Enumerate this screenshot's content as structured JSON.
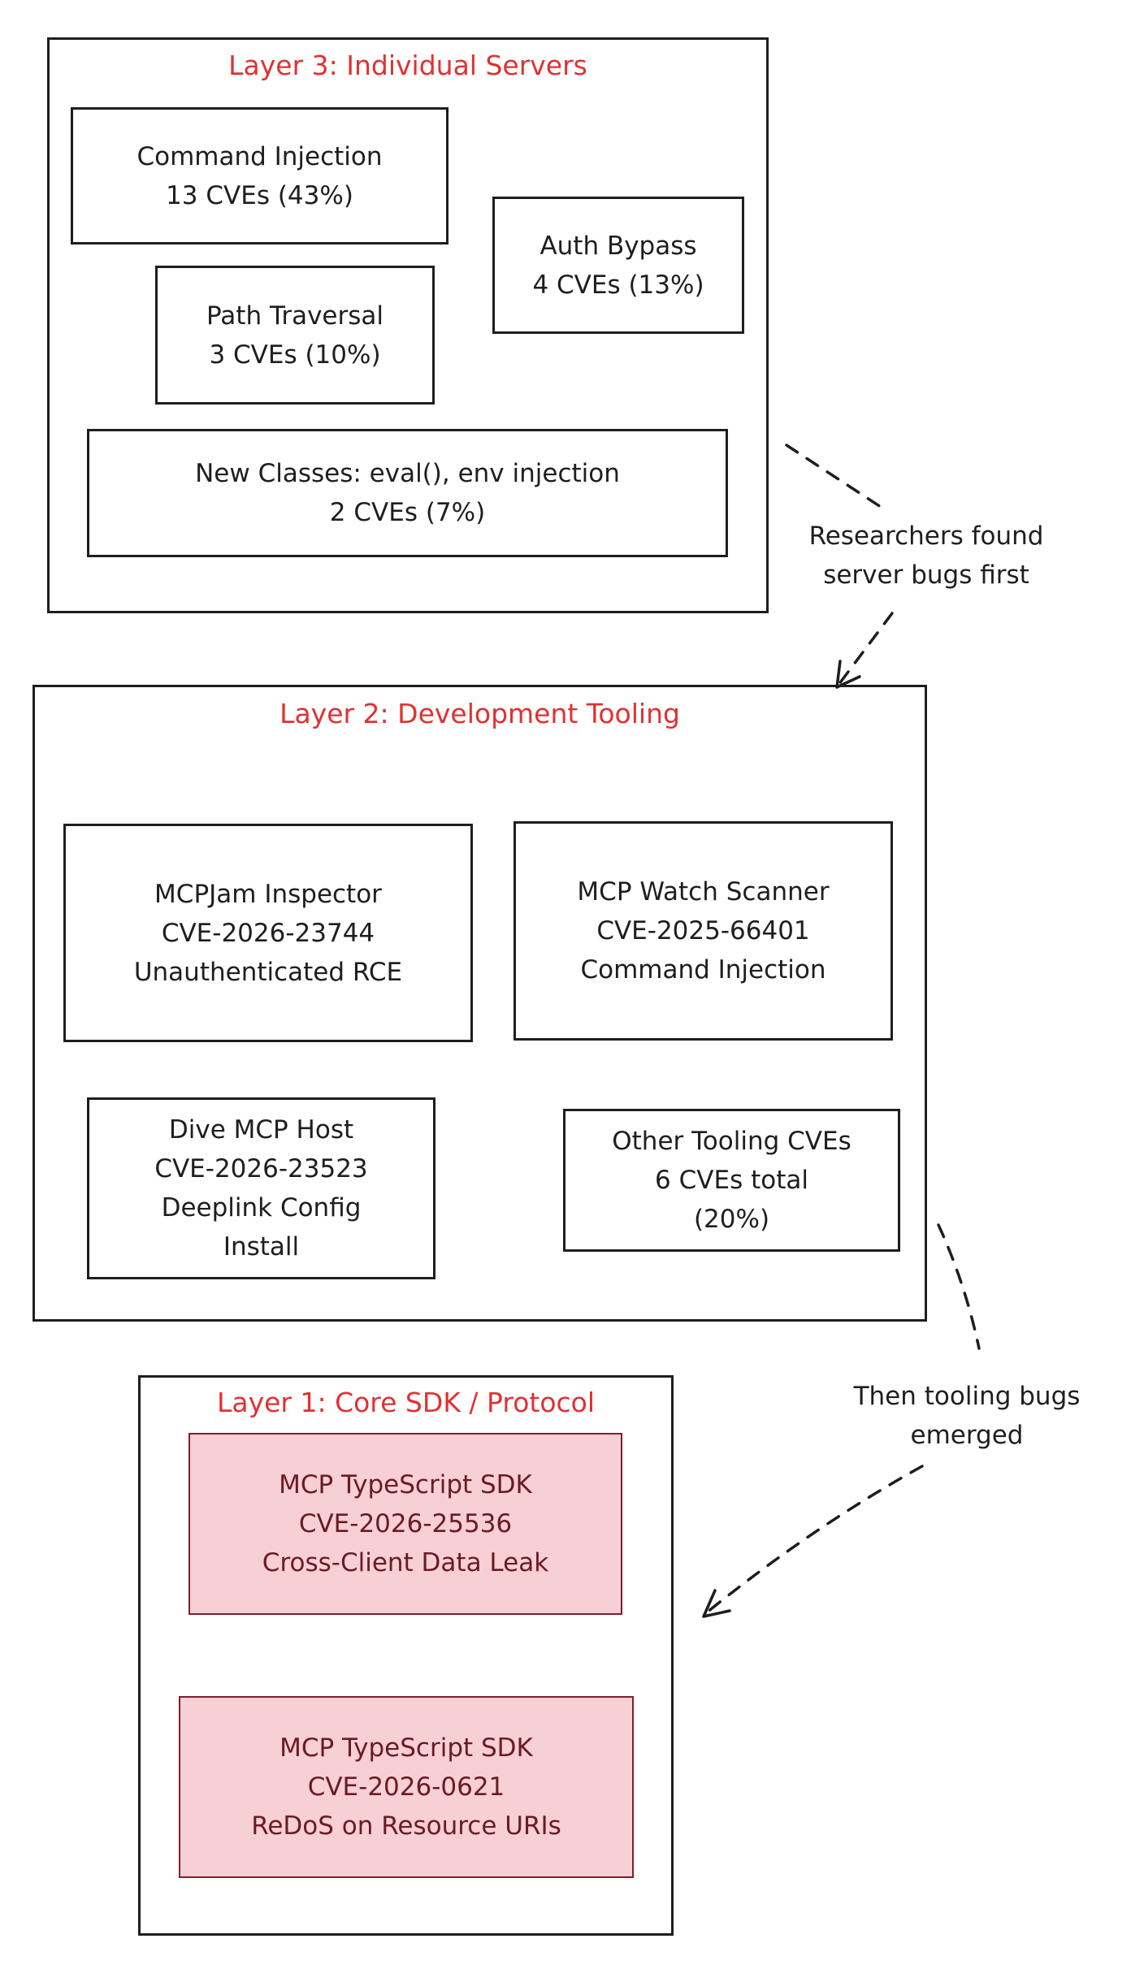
{
  "diagram": {
    "layers": [
      {
        "id": "layer3",
        "title": "Layer 3: Individual Servers",
        "nodes": [
          {
            "lines": [
              "Command Injection",
              "13 CVEs (43%)"
            ]
          },
          {
            "lines": [
              "Auth Bypass",
              "4 CVEs (13%)"
            ]
          },
          {
            "lines": [
              "Path Traversal",
              "3 CVEs (10%)"
            ]
          },
          {
            "lines": [
              "New Classes: eval(), env injection",
              "2 CVEs (7%)"
            ]
          }
        ]
      },
      {
        "id": "layer2",
        "title": "Layer 2: Development Tooling",
        "nodes": [
          {
            "lines": [
              "MCPJam Inspector",
              "CVE-2026-23744",
              "Unauthenticated RCE"
            ]
          },
          {
            "lines": [
              "MCP Watch Scanner",
              "CVE-2025-66401",
              "Command Injection"
            ]
          },
          {
            "lines": [
              "Dive MCP Host",
              "CVE-2026-23523",
              "Deeplink Config",
              "Install"
            ]
          },
          {
            "lines": [
              "Other Tooling CVEs",
              "6 CVEs total",
              "(20%)"
            ]
          }
        ]
      },
      {
        "id": "layer1",
        "title": "Layer 1: Core SDK / Protocol",
        "nodes": [
          {
            "lines": [
              "MCP TypeScript SDK",
              "CVE-2026-25536",
              "Cross-Client Data Leak"
            ]
          },
          {
            "lines": [
              "MCP TypeScript SDK",
              "CVE-2026-0621",
              "ReDoS on Resource URIs"
            ]
          }
        ]
      }
    ],
    "edges": [
      {
        "from": "layer3",
        "to": "layer2",
        "style": "dashed",
        "label": [
          "Researchers found",
          "server bugs first"
        ]
      },
      {
        "from": "layer2",
        "to": "layer1",
        "style": "dashed",
        "label": [
          "Then tooling bugs",
          "emerged"
        ]
      }
    ],
    "colors": {
      "layer_title": "#e03131",
      "stroke": "#1e1e1e",
      "critical_fill": "#f7d0d6",
      "critical_stroke": "#7a1f2b",
      "critical_text": "#6b1a24"
    }
  }
}
